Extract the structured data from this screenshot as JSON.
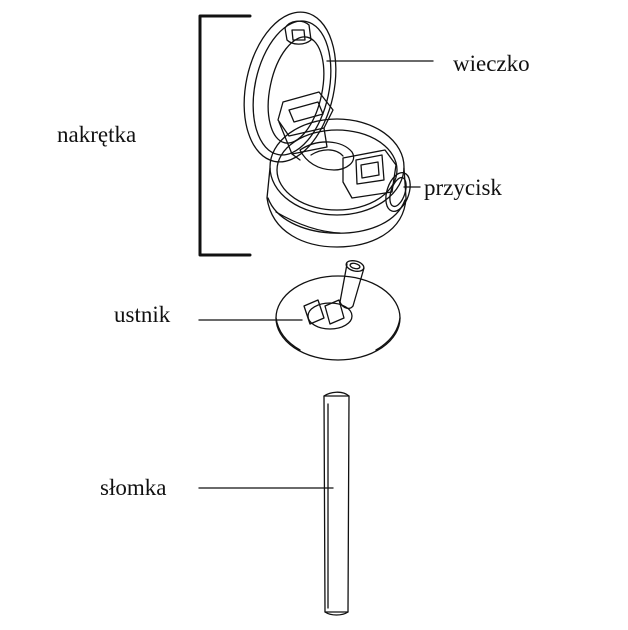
{
  "labels": {
    "lid": "wieczko",
    "cap": "nakrętka",
    "button": "przycisk",
    "mouthpiece": "ustnik",
    "straw": "słomka"
  },
  "colors": {
    "ink": "#111111",
    "background": "#ffffff"
  }
}
